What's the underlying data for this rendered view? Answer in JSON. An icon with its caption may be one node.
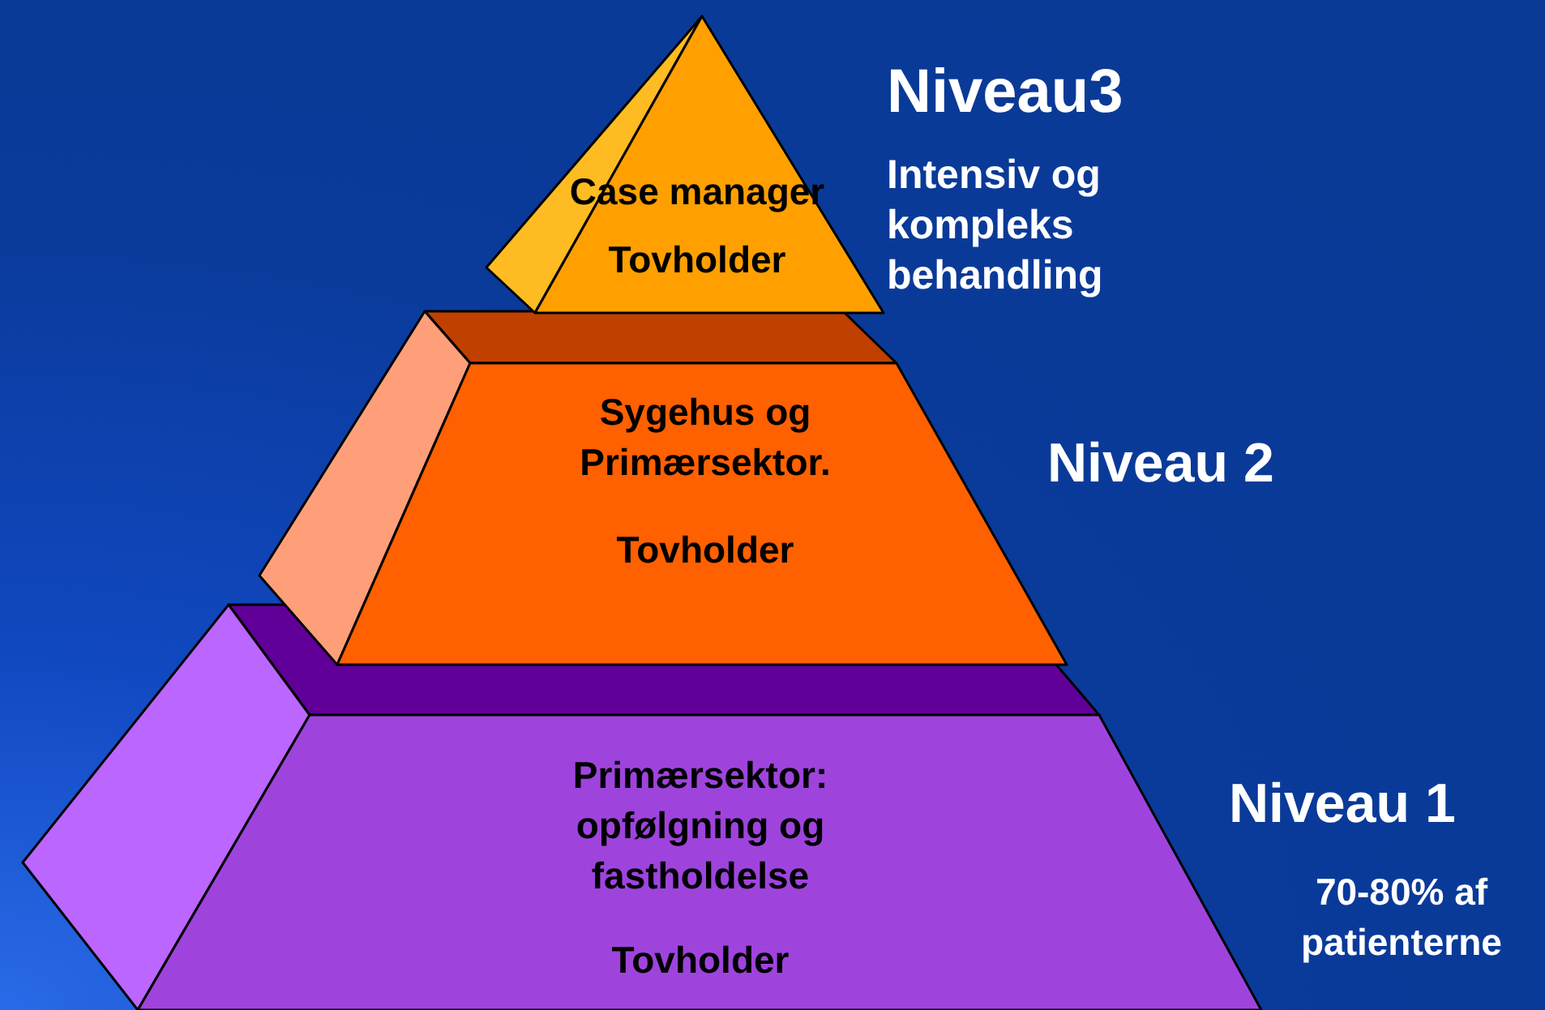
{
  "diagram": {
    "nodes": [
      {
        "text": [
          "Case manager",
          "Tovholder"
        ],
        "beside": [
          "Niveau3",
          "Intensiv og kompleks behandling"
        ]
      },
      {
        "text": [
          "Sygehus og Primærsektor.",
          "Tovholder"
        ],
        "beside": [
          "Niveau 2"
        ]
      },
      {
        "text": [
          "Primærsektor: opfølgning og fastholdelse",
          "Tovholder"
        ],
        "beside": [
          "Niveau 1",
          "70-80% af patienterne"
        ]
      }
    ]
  }
}
